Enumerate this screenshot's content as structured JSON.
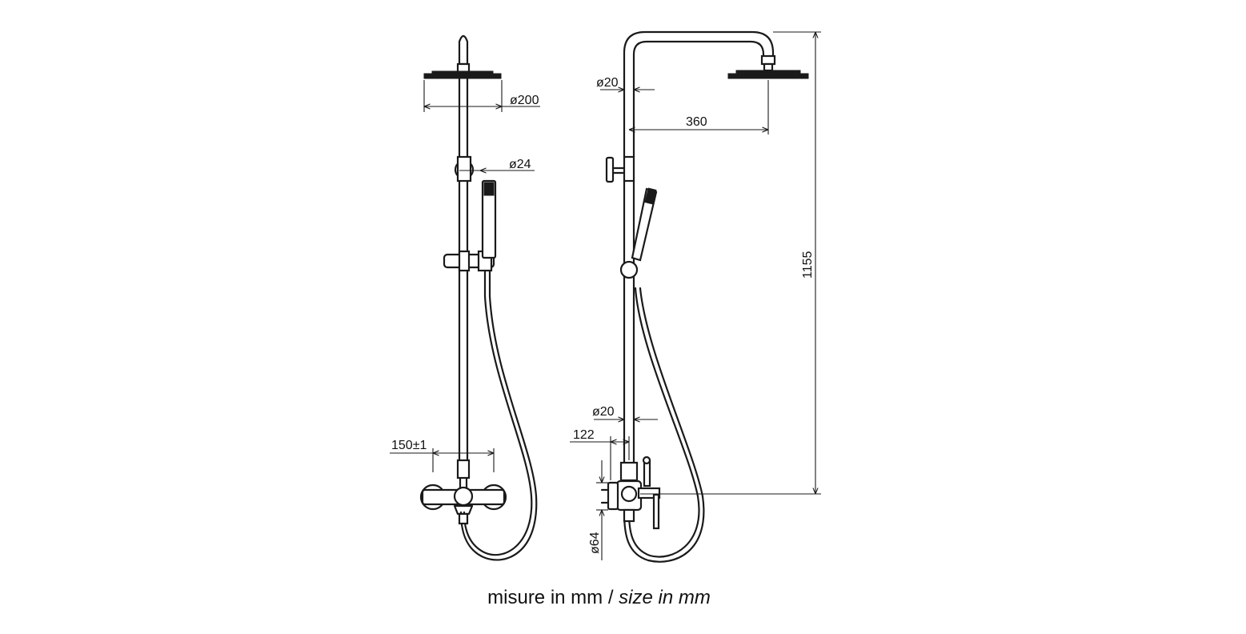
{
  "dimensions": {
    "front_head_diameter": "ø200",
    "front_bar_diameter": "ø24",
    "front_center_distance": "150±1",
    "side_arm_diameter": "ø20",
    "side_arm_reach": "360",
    "side_height": "1155",
    "side_bar_diameter": "ø20",
    "side_mixer_projection": "122",
    "side_flange_diameter": "ø64"
  },
  "caption": {
    "main": "misure in mm",
    "separator": " / ",
    "italic": "size in mm"
  }
}
